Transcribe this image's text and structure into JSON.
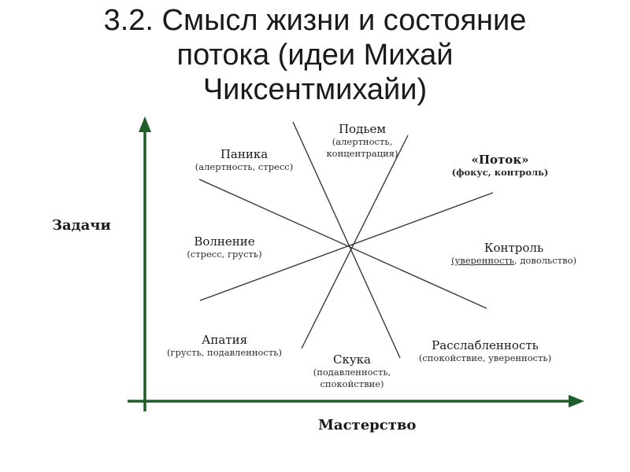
{
  "title_line1": "3.2. Смысл жизни и состояние",
  "title_line2": "потока (идеи Михай",
  "title_line3": "Чиксентмихайи)",
  "y_axis_label": "Задачи",
  "x_axis_label": "Мастерство",
  "zones": {
    "panic": {
      "name": "Паника",
      "desc": "(алертность, стресс)"
    },
    "arousal": {
      "name": "Подьем",
      "desc1": "(алертность,",
      "desc2": "концентрация)"
    },
    "flow": {
      "name": "«Поток»",
      "desc": "(фокус, контроль)"
    },
    "worry": {
      "name": "Волнение",
      "desc": "(стресс, грусть)"
    },
    "control": {
      "name": "Контроль",
      "desc_a": "(уверенность",
      "desc_b": ", довольство)"
    },
    "apathy": {
      "name": "Апатия",
      "desc": "(грусть, подавленность)"
    },
    "boredom": {
      "name": "Скука",
      "desc1": "(подавленность,",
      "desc2": "спокойствие)"
    },
    "relaxation": {
      "name": "Расслабленность",
      "desc": "(спокойствие, уверенность)"
    }
  },
  "colors": {
    "axis": "#1f5e2b",
    "lines": "#3a3a3a",
    "text": "#1a1a1a"
  }
}
